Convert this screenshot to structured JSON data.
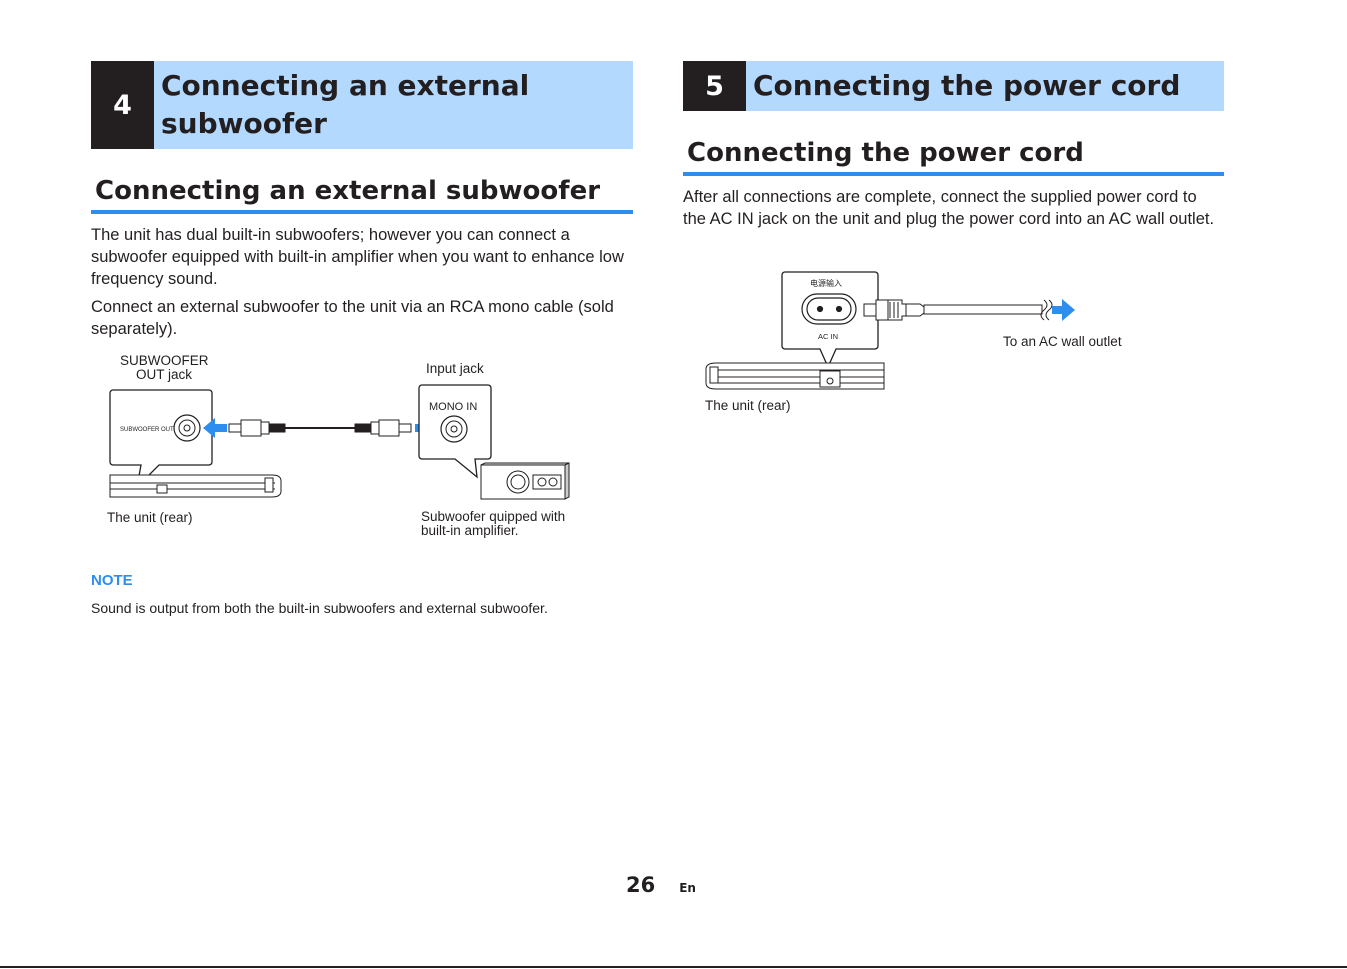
{
  "left": {
    "chapter_number": "4",
    "chapter_title_lines": [
      "Connecting an external",
      "subwoofer"
    ],
    "section_title": "Connecting an external subwoofer",
    "para1": "The unit has dual built-in subwoofers; however you can connect a subwoofer equipped with built-in amplifier when you want to enhance low frequency sound.",
    "para2": "Connect an external subwoofer to the unit via an RCA mono cable (sold separately).",
    "diagram": {
      "label_sub_out_lines": [
        "SUBWOOFER",
        "OUT jack"
      ],
      "label_input_jack": "Input jack",
      "panel_sub_out": "SUBWOOFER OUT",
      "panel_mono_in": "MONO IN",
      "label_unit_rear": "The unit (rear)",
      "label_subwoofer_lines": [
        "Subwoofer quipped with",
        "built-in amplifier."
      ]
    },
    "note_heading": "NOTE",
    "note_text": "Sound is output from both the built-in subwoofers and external subwoofer."
  },
  "right": {
    "chapter_number": "5",
    "chapter_title": "Connecting the power cord",
    "section_title": "Connecting the power cord",
    "para": "After all connections are complete, connect the supplied power cord to the AC IN jack on the unit and plug the power cord into an AC wall outlet.",
    "diagram": {
      "panel_cn": "电源输入",
      "panel_ac_in": "AC IN",
      "label_outlet": "To an AC wall outlet",
      "label_unit_rear": "The unit (rear)"
    }
  },
  "footer": {
    "page_number": "26",
    "language": "En"
  },
  "colors": {
    "accent_blue": "#2d8ef0",
    "chapter_band": "#b3d9ff",
    "chapter_number_bg": "#231f20"
  }
}
